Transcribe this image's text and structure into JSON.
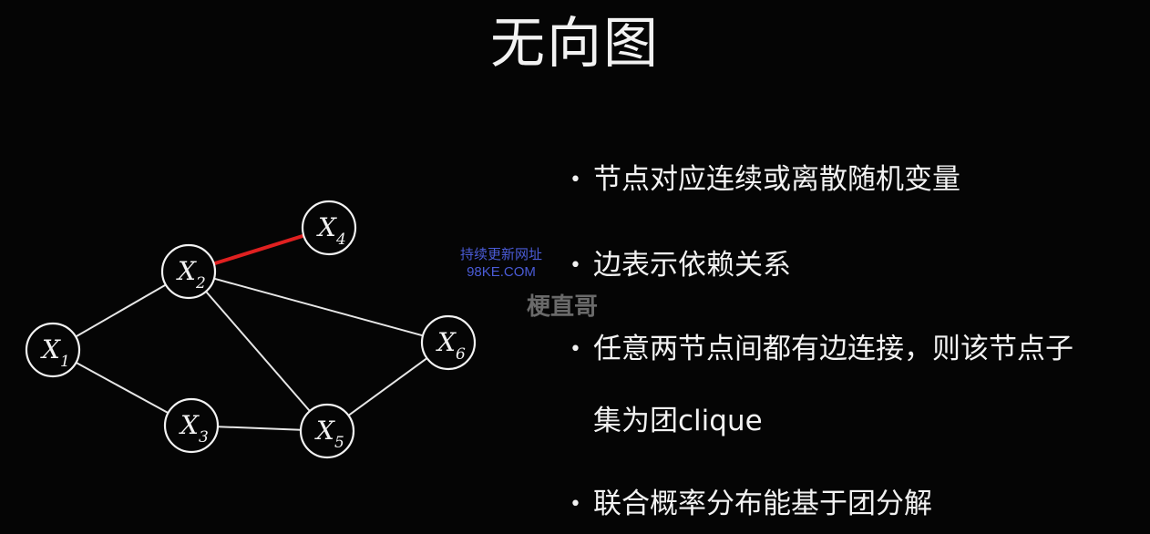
{
  "title": "无向图",
  "graph": {
    "nodes": [
      {
        "id": "x1",
        "label": "X",
        "sub": "1"
      },
      {
        "id": "x2",
        "label": "X",
        "sub": "2"
      },
      {
        "id": "x3",
        "label": "X",
        "sub": "3"
      },
      {
        "id": "x4",
        "label": "X",
        "sub": "4"
      },
      {
        "id": "x5",
        "label": "X",
        "sub": "5"
      },
      {
        "id": "x6",
        "label": "X",
        "sub": "6"
      }
    ],
    "edges": [
      {
        "from": "x1",
        "to": "x2",
        "highlight": false
      },
      {
        "from": "x1",
        "to": "x3",
        "highlight": false
      },
      {
        "from": "x2",
        "to": "x4",
        "highlight": true
      },
      {
        "from": "x2",
        "to": "x5",
        "highlight": false
      },
      {
        "from": "x2",
        "to": "x6",
        "highlight": false
      },
      {
        "from": "x3",
        "to": "x5",
        "highlight": false
      },
      {
        "from": "x5",
        "to": "x6",
        "highlight": false
      }
    ],
    "edge_color": "#e6e6e6",
    "highlight_color": "#e02020"
  },
  "bullets": [
    {
      "text": "节点对应连续或离散随机变量"
    },
    {
      "text": "边表示依赖关系"
    },
    {
      "text": "任意两节点间都有边连接，则该节点子",
      "continuation": "集为团clique"
    },
    {
      "text": "联合概率分布能基于团分解"
    }
  ],
  "watermark": {
    "line1": "持续更新网址",
    "line2": "98KE.COM",
    "line3": "梗直哥"
  }
}
